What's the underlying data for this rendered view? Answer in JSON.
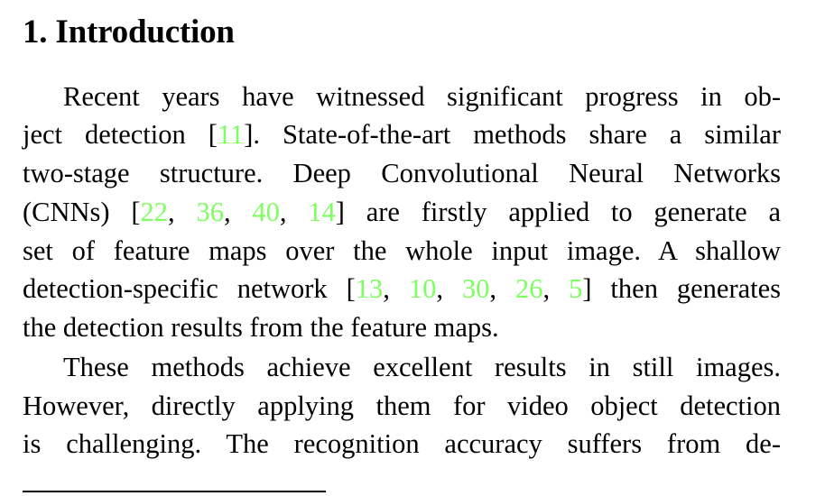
{
  "section": {
    "number": "1.",
    "title": "Introduction",
    "heading": "1. Introduction"
  },
  "colors": {
    "text": "#000000",
    "citation": "#7dff5f",
    "background": "#ffffff"
  },
  "paragraphs": [
    {
      "lines": [
        [
          {
            "t": "Recent years have witnessed significant progress in ob-"
          }
        ],
        [
          {
            "t": "ject detection ["
          },
          {
            "t": "11",
            "c": 1
          },
          {
            "t": "]. State-of-the-art methods share a similar"
          }
        ],
        [
          {
            "t": "two-stage structure.  Deep Convolutional Neural Networks"
          }
        ],
        [
          {
            "t": "(CNNs) ["
          },
          {
            "t": "22",
            "c": 1
          },
          {
            "t": ", "
          },
          {
            "t": "36",
            "c": 1
          },
          {
            "t": ", "
          },
          {
            "t": "40",
            "c": 1
          },
          {
            "t": ", "
          },
          {
            "t": "14",
            "c": 1
          },
          {
            "t": "] are firstly applied to generate a"
          }
        ],
        [
          {
            "t": "set of feature maps over the whole input image.  A shallow"
          }
        ],
        [
          {
            "t": "detection-specific network ["
          },
          {
            "t": "13",
            "c": 1
          },
          {
            "t": ", "
          },
          {
            "t": "10",
            "c": 1
          },
          {
            "t": ", "
          },
          {
            "t": "30",
            "c": 1
          },
          {
            "t": ", "
          },
          {
            "t": "26",
            "c": 1
          },
          {
            "t": ", "
          },
          {
            "t": "5",
            "c": 1
          },
          {
            "t": "] then generates"
          }
        ],
        [
          {
            "t": "the detection results from the feature maps."
          }
        ]
      ]
    },
    {
      "lines": [
        [
          {
            "t": "These methods achieve excellent results in still images."
          }
        ],
        [
          {
            "t": "However, directly applying them for video object detection"
          }
        ],
        [
          {
            "t": "is challenging.  The recognition accuracy suffers from de-"
          }
        ]
      ]
    }
  ],
  "citations": [
    "11",
    "22",
    "36",
    "40",
    "14",
    "13",
    "10",
    "30",
    "26",
    "5"
  ]
}
